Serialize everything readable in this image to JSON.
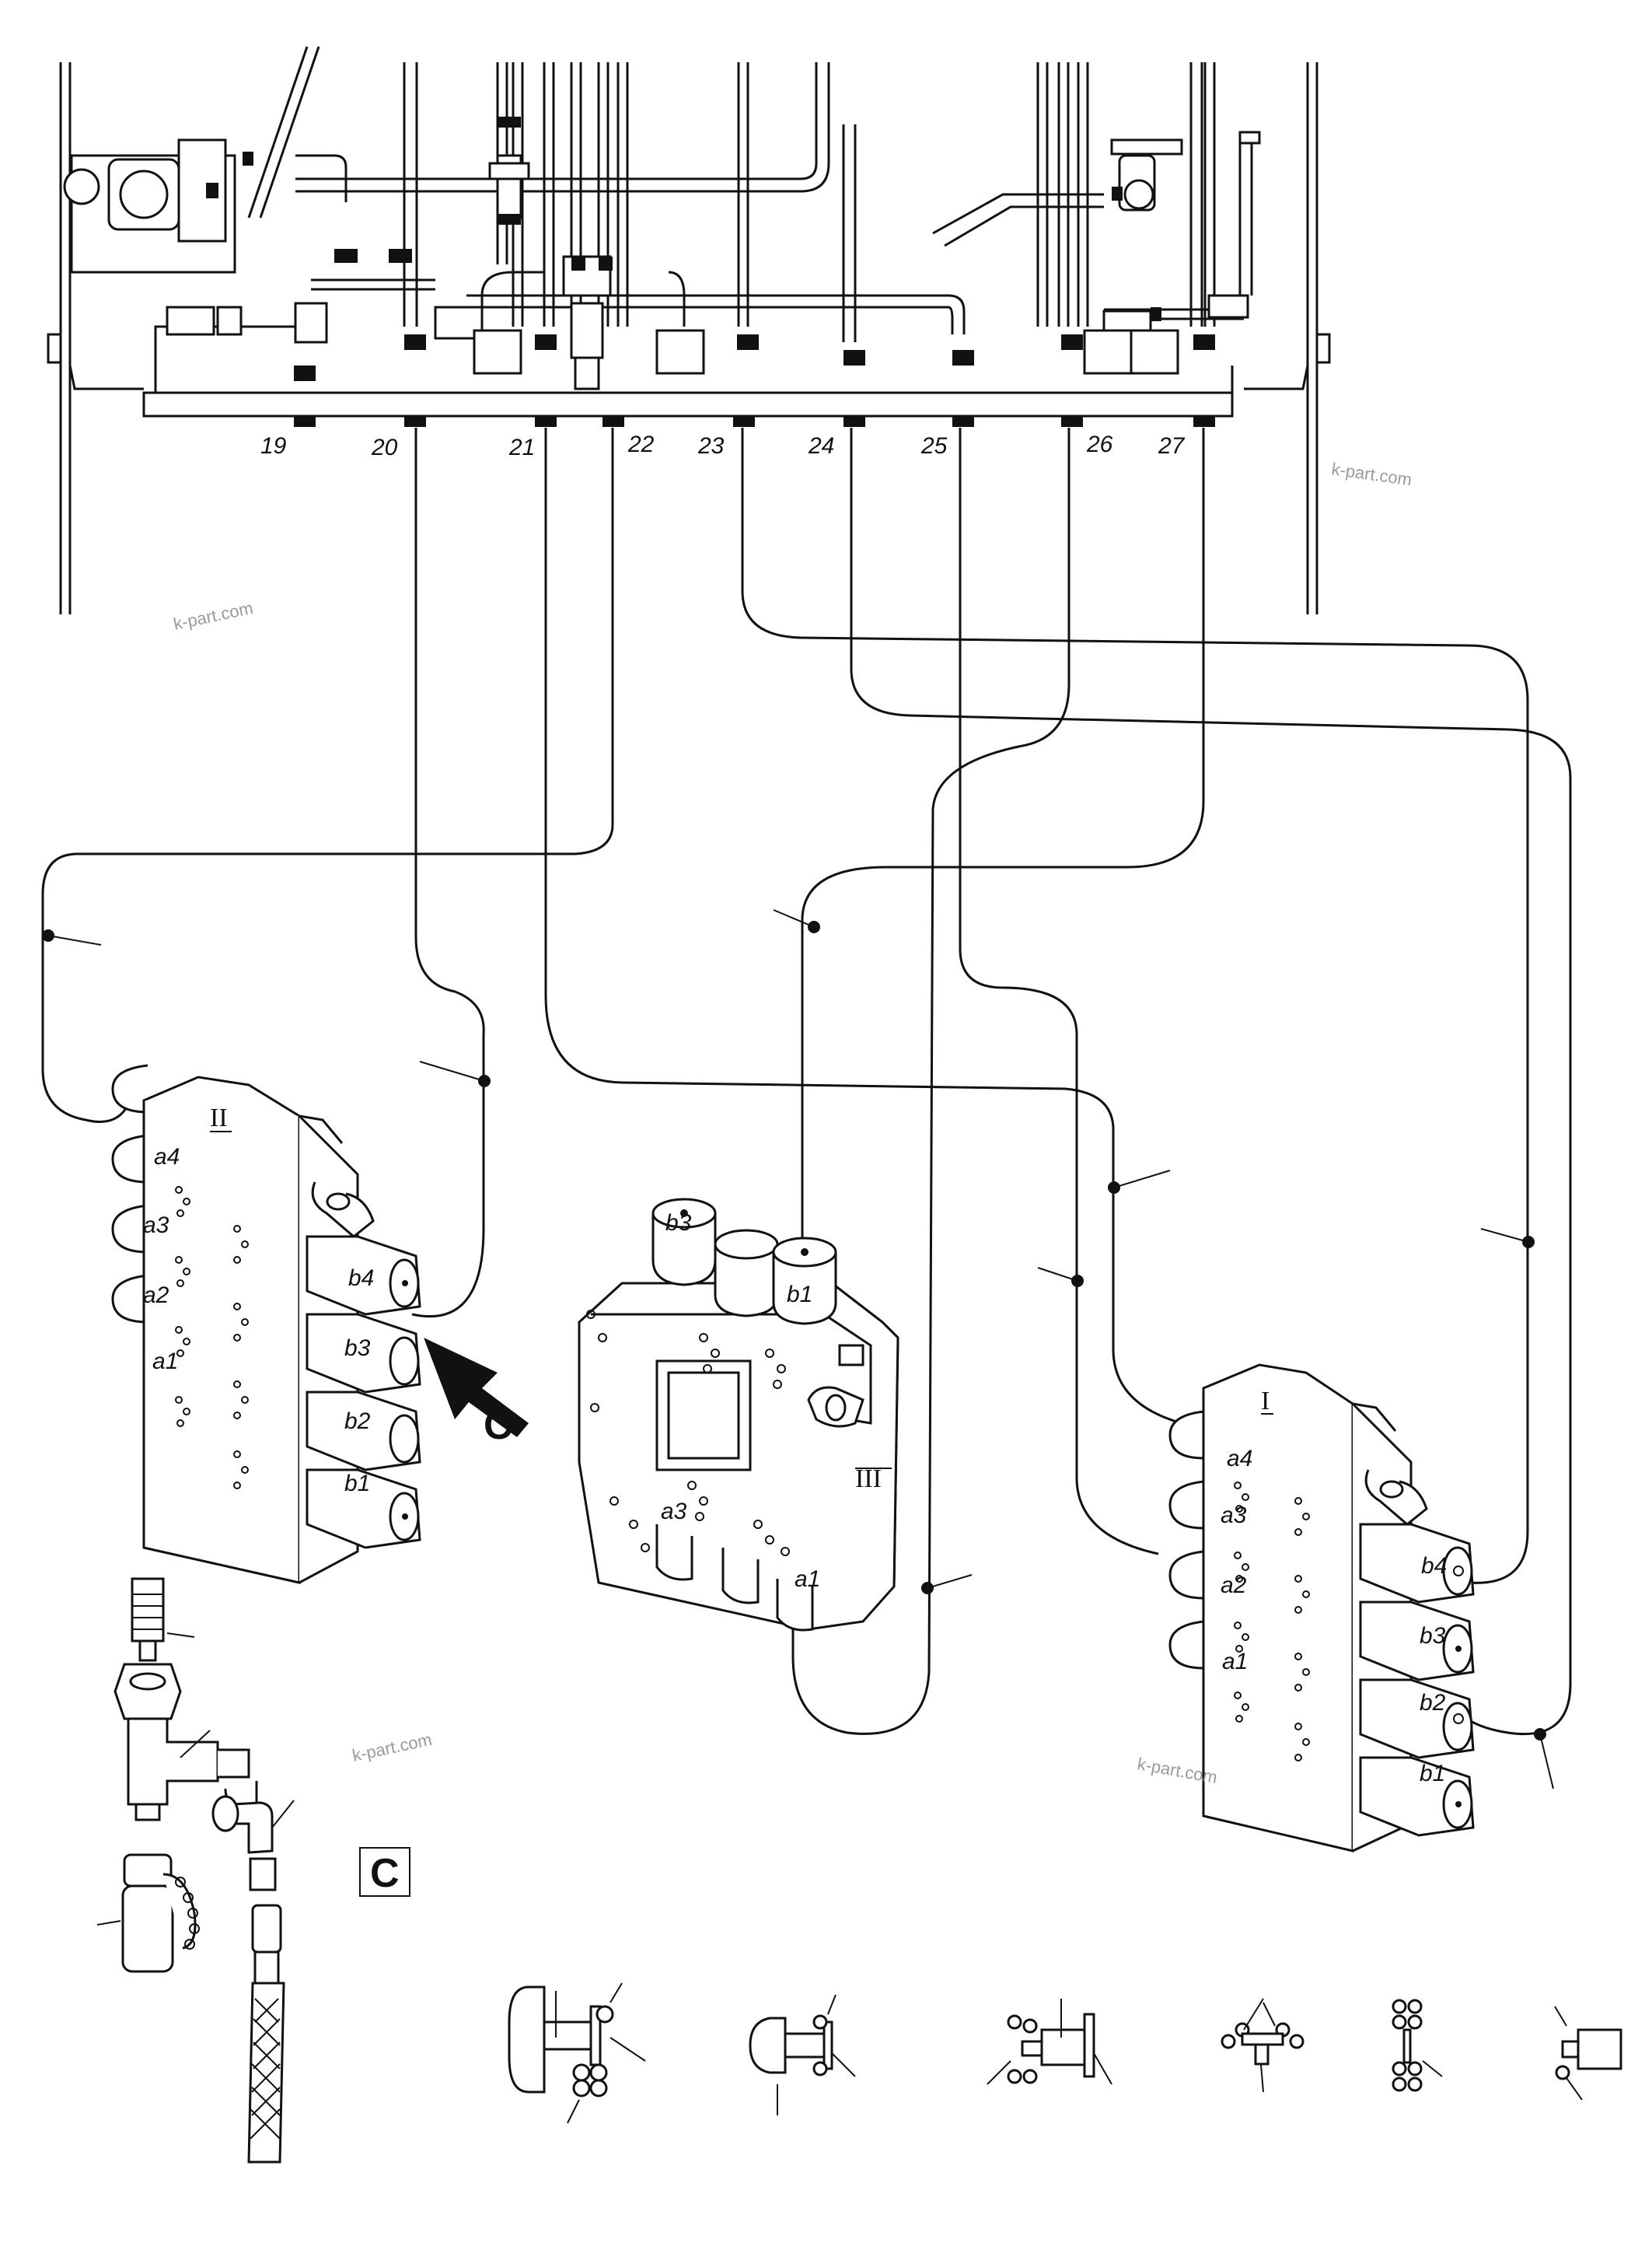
{
  "connector_numbers": [
    "19",
    "20",
    "21",
    "22",
    "23",
    "24",
    "25",
    "26",
    "27"
  ],
  "valves": {
    "left": {
      "roman": "II",
      "ports_a": [
        "a4",
        "a3",
        "a2",
        "a1"
      ],
      "ports_b": [
        "b4",
        "b3",
        "b2",
        "b1"
      ]
    },
    "middle": {
      "roman": "III",
      "ports_b": [
        "b3",
        "b1"
      ],
      "ports_a": [
        "a3",
        "a1"
      ]
    },
    "right": {
      "roman": "I",
      "ports_a": [
        "a4",
        "a3",
        "a2",
        "a1"
      ],
      "ports_b": [
        "b4",
        "b3",
        "b2",
        "b1"
      ]
    }
  },
  "view_arrow_label": "C",
  "detail_label": "C",
  "watermarks": [
    "k-part.com",
    "k-part.com",
    "k-part.com",
    "k-part.com"
  ]
}
